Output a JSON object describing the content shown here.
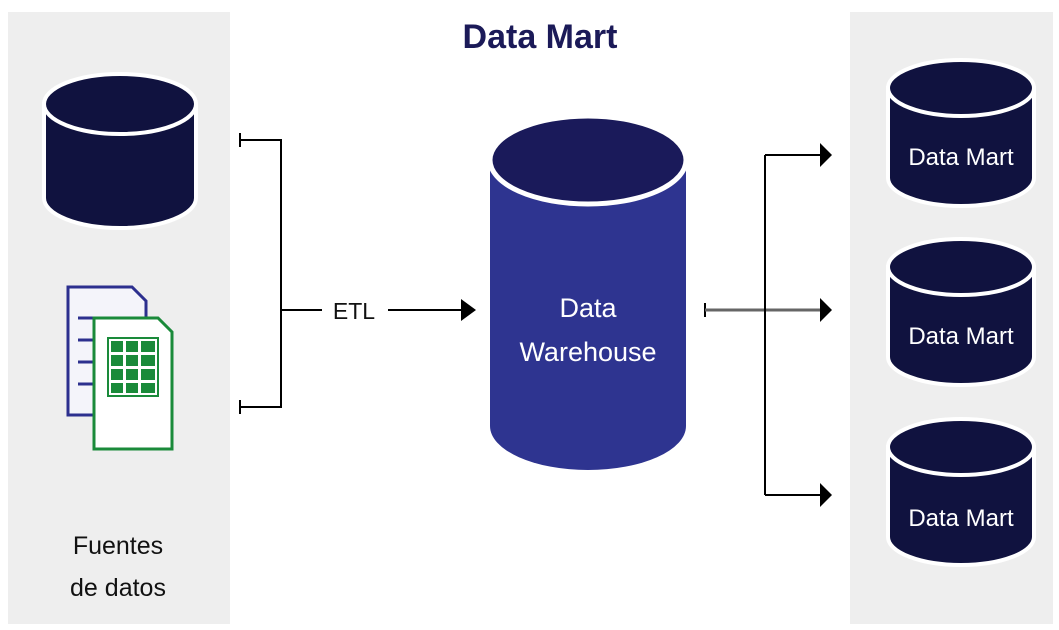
{
  "title": "Data Mart",
  "sources": {
    "label_line1": "Fuentes",
    "label_line2": "de datos",
    "database_icon": "database-icon",
    "documents_icon": "spreadsheet-documents-icon"
  },
  "etl": {
    "label": "ETL"
  },
  "warehouse": {
    "label_line1": "Data",
    "label_line2": "Warehouse"
  },
  "data_marts": [
    {
      "label": "Data Mart"
    },
    {
      "label": "Data Mart"
    },
    {
      "label": "Data Mart"
    }
  ],
  "colors": {
    "navy": "#10123f",
    "warehouse_body": "#2e3490",
    "warehouse_top": "#1a1a5a",
    "panel": "#eeeeee",
    "title": "#1b1a58",
    "sheet_green": "#1a8a3a",
    "doc_outline": "#2c2f8e"
  }
}
